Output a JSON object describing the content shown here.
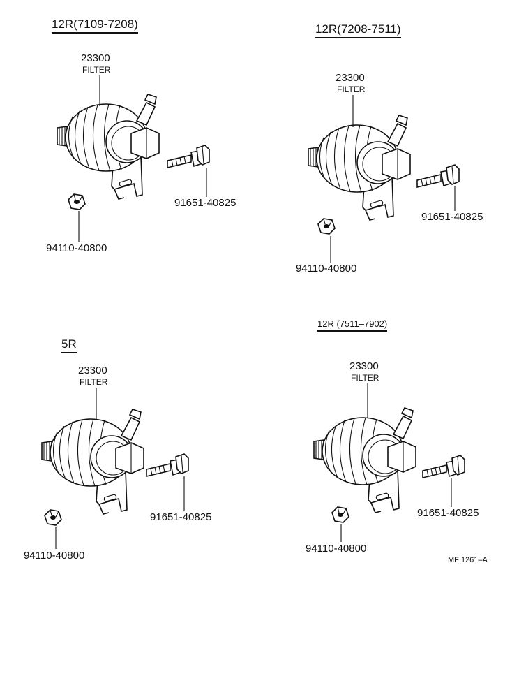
{
  "panels": [
    {
      "header": "12R(7109-7208)",
      "part_number": "23300",
      "part_name": "FILTER",
      "bolt_number": "91651-40825",
      "nut_number": "94110-40800"
    },
    {
      "header": "12R(7208-7511)",
      "part_number": "23300",
      "part_name": "FILTER",
      "bolt_number": "91651-40825",
      "nut_number": "94110-40800"
    },
    {
      "header": "5R",
      "part_number": "23300",
      "part_name": "FILTER",
      "bolt_number": "91651-40825",
      "nut_number": "94110-40800"
    },
    {
      "header": "12R (7511–7902)",
      "part_number": "23300",
      "part_name": "FILTER",
      "bolt_number": "91651-40825",
      "nut_number": "94110-40800"
    }
  ],
  "figure_code": "MF 1261–A"
}
